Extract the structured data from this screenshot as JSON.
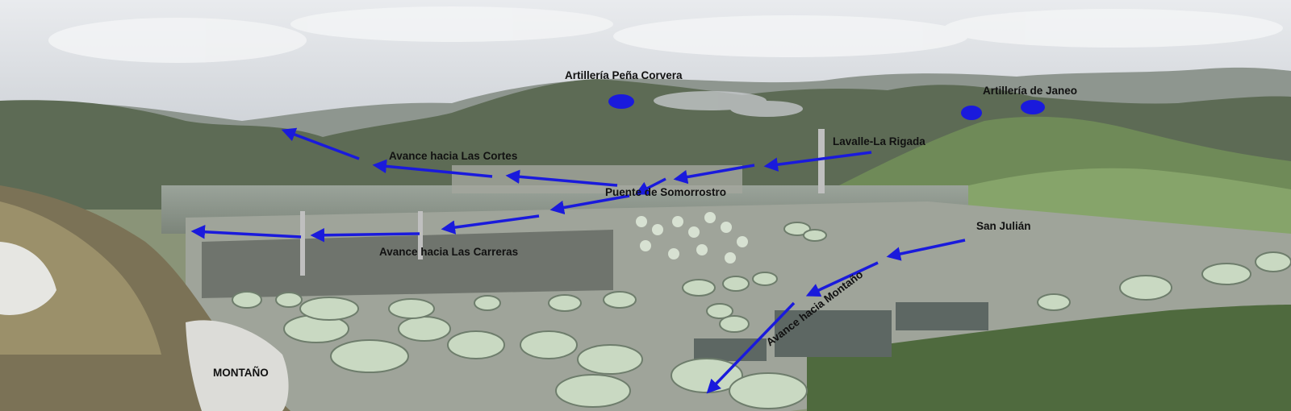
{
  "labels": {
    "artilleria_pena_corvera": "Artillería Peña Corvera",
    "artilleria_janeo": "Artillería de Janeo",
    "avance_las_cortes": "Avance hacia Las Cortes",
    "lavalle_la_rigada": "Lavalle-La Rigada",
    "puente_somorrostro": "Puente de Somorrostro",
    "san_julian": "San Julián",
    "avance_las_carreras": "Avance hacia Las Carreras",
    "avance_montano": "Avance hacia Montaño",
    "montano": "MONTAÑO"
  },
  "colors": {
    "arrow": "#1a1adc",
    "label": "#111111",
    "tank": "#c9d9c2",
    "sky": "#e6e8ea"
  }
}
